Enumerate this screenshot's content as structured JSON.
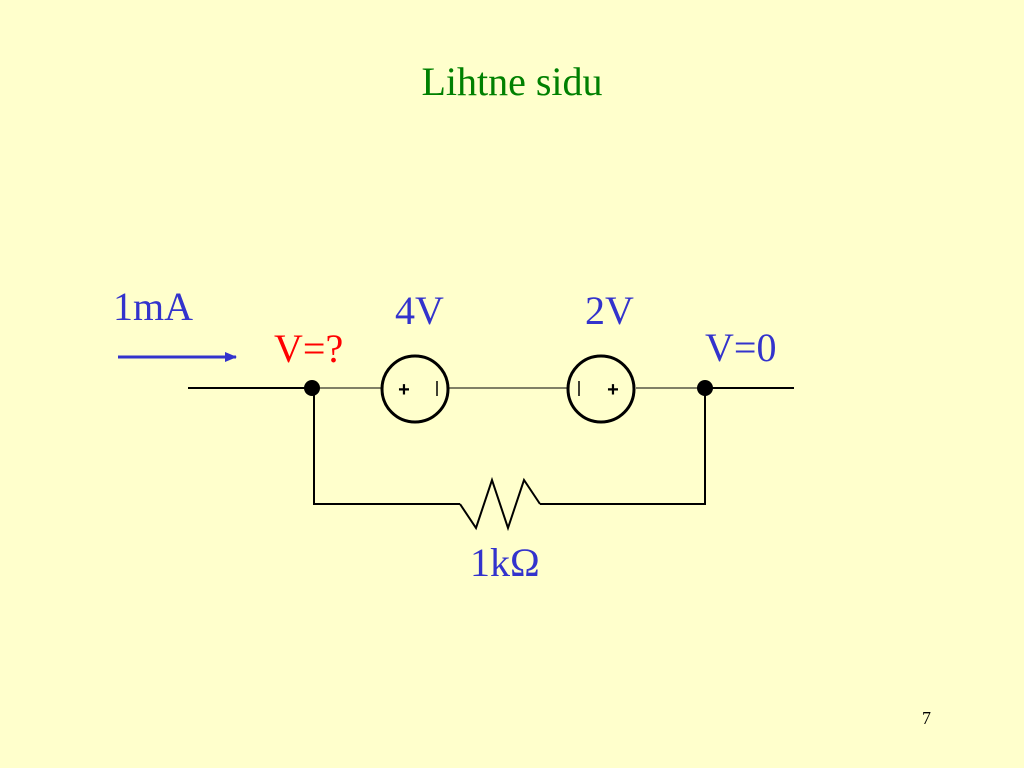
{
  "title": "Lihtne sidu",
  "labels": {
    "current": "1mA",
    "source1": "4V",
    "source2": "2V",
    "node_left": "V=?",
    "node_right": "V=0",
    "resistor": "1kΩ"
  },
  "source_symbols": {
    "plus": "+",
    "minus": "|"
  },
  "page_number": "7",
  "colors": {
    "background": "#ffffcc",
    "title": "#008000",
    "labels": "#3333cc",
    "unknown": "#ff0000",
    "wire": "#000000",
    "arrow": "#3333cc"
  }
}
